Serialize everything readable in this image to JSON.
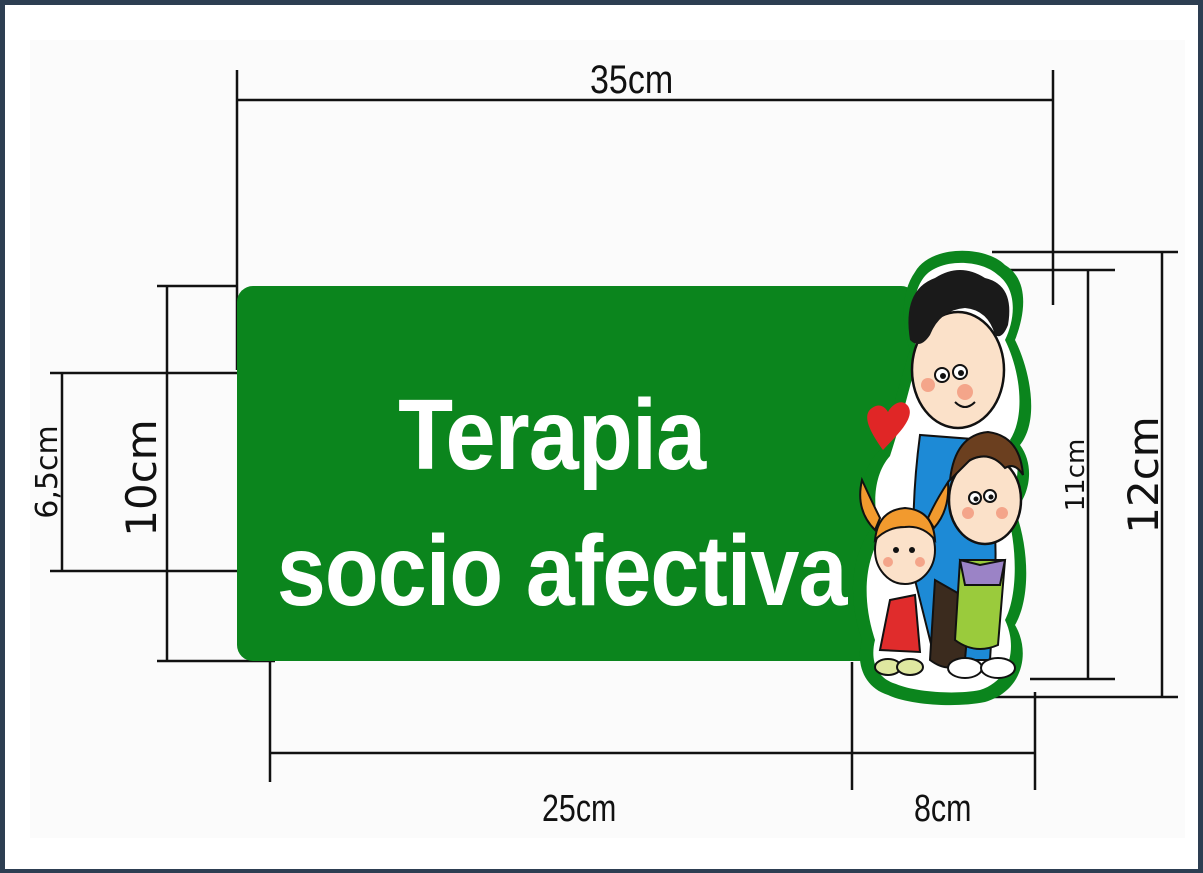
{
  "sign": {
    "line1": "Terapia",
    "line2": "socio afectiva",
    "panel_color": "#0b851d",
    "text_color": "#ffffff"
  },
  "dimensions": {
    "total_width": "35cm",
    "panel_width": "25cm",
    "illustration_width": "8cm",
    "panel_height": "10cm",
    "text_block_height": "6,5cm",
    "illustration_inner_height": "11cm",
    "illustration_total_height": "12cm"
  },
  "illustration": {
    "icon": "family-children-icon",
    "heart_icon": "heart-icon",
    "figures": [
      "boy",
      "girl",
      "child"
    ]
  },
  "frame_color": "#2d3e52"
}
